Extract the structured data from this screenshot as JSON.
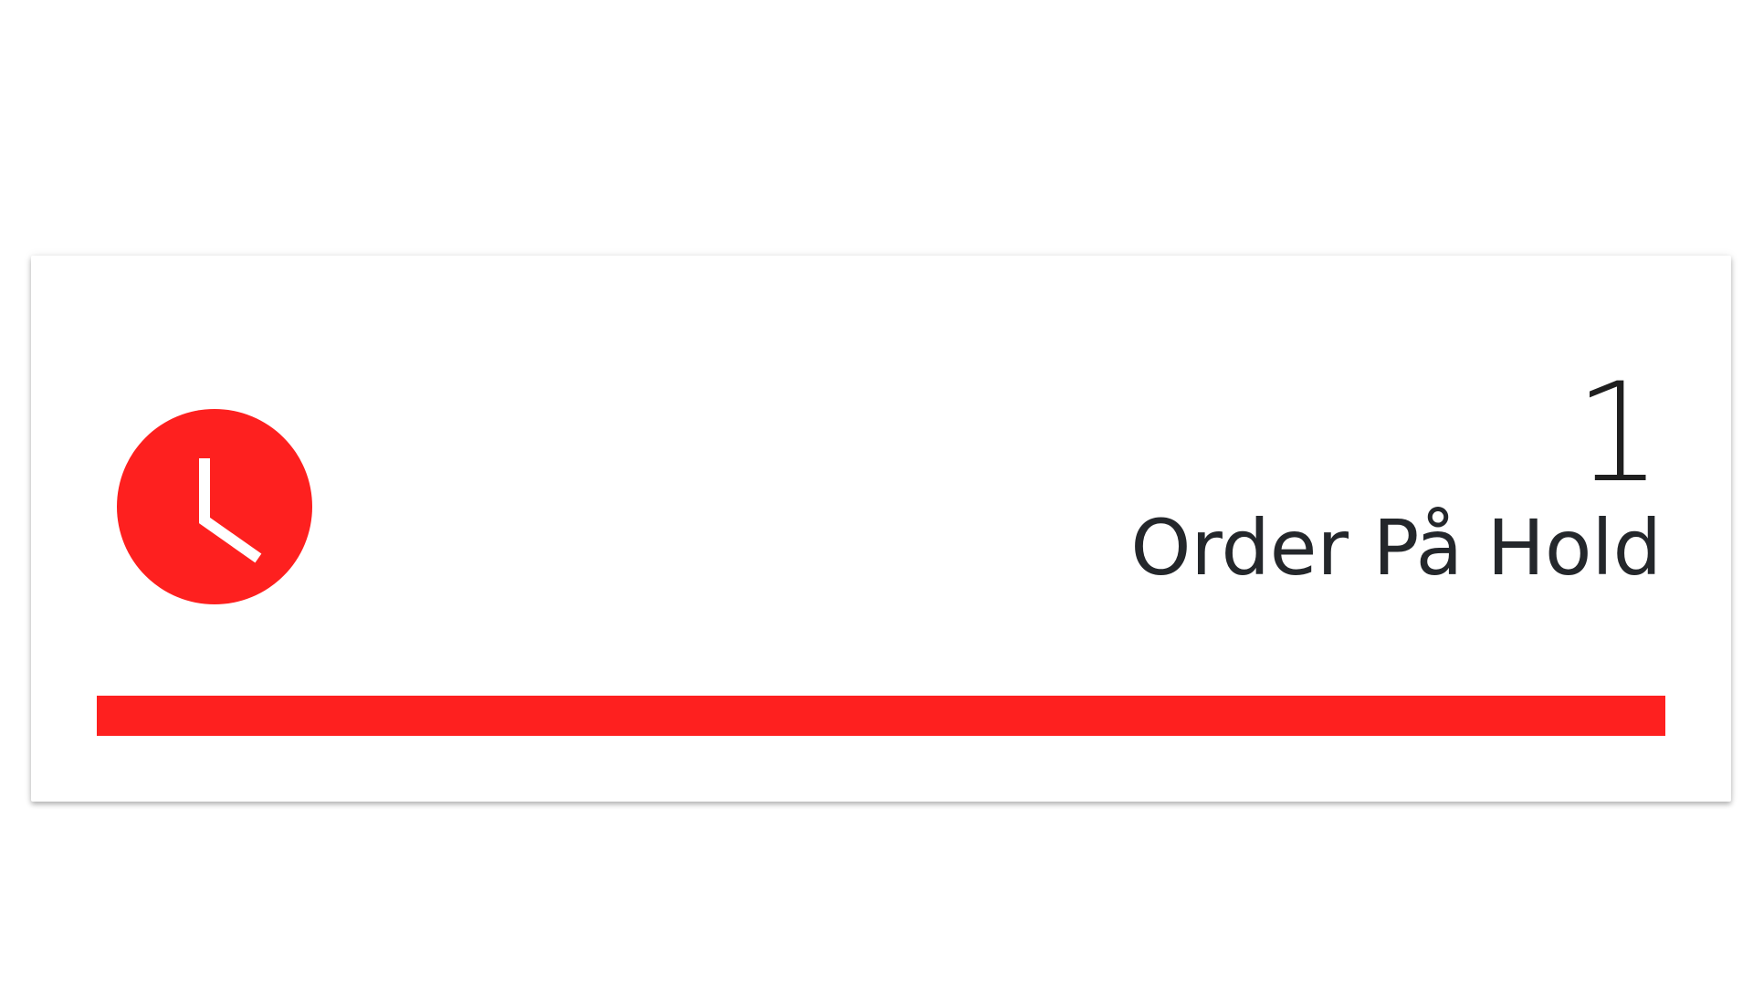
{
  "colors": {
    "accent": "#fe201f",
    "text": "#24272b",
    "card": "#ffffff"
  },
  "card": {
    "icon": "clock-icon",
    "value": "1",
    "label": "Order På Hold",
    "progress": 1.0
  }
}
